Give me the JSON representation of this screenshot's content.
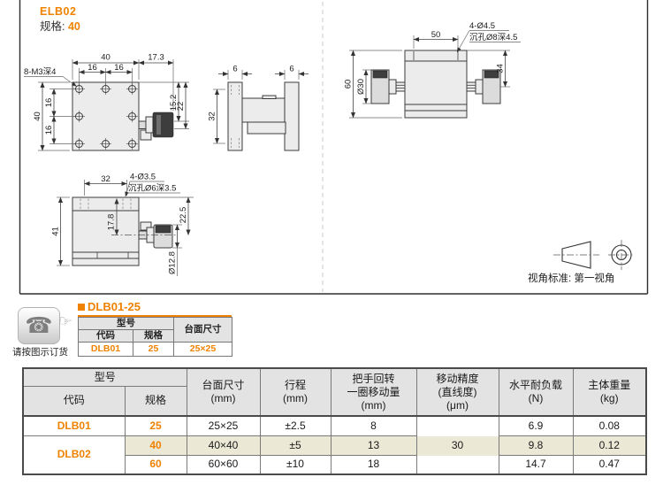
{
  "page": {
    "title": "ELB02",
    "spec_label": "规格:",
    "spec_value": "40"
  },
  "colors": {
    "accent_orange": "#ef8200",
    "row_highlight": "#ebe8d6",
    "header_gray": "#e3e3e3"
  },
  "drawing": {
    "view_plan": {
      "dim_width": "40",
      "dim_side": "17.3",
      "dim_pitch_a": "16",
      "dim_pitch_b": "16",
      "label_holes": "8-M3深4",
      "dim_height": "40",
      "dim_pitch_c": "16",
      "dim_pitch_d": "16",
      "dim_knob_a": "15.2",
      "dim_knob_b": "22"
    },
    "view_gap": {
      "dim_left": "6",
      "dim_right": "6",
      "dim_span": "32"
    },
    "view_front": {
      "dim_pitch": "50",
      "label_holes": "4-Ø4.5",
      "label_cbore": "沉孔Ø8深4.5",
      "dim_height": "60",
      "dim_knob_dia": "Ø30",
      "dim_axis": "34"
    },
    "view_side": {
      "dim_pitch": "32",
      "label_holes": "4-Ø3.5",
      "label_cbore": "沉孔Ø6深3.5",
      "dim_height": "41",
      "dim_axis": "17.8",
      "dim_top": "22.5",
      "dim_knob_dia": "Ø12.8"
    },
    "projection_note": "视角标准: 第一视角"
  },
  "order_example": {
    "icons": {
      "phone": "☎",
      "hand": "☞"
    },
    "caption": "请按图示订货",
    "title": "DLB01-25",
    "table": {
      "h_model": "型号",
      "h_code": "代码",
      "h_spec": "规格",
      "h_size": "台面尺寸",
      "code": "DLB01",
      "spec": "25",
      "size": "25×25"
    }
  },
  "spec_table": {
    "headers": {
      "model": "型号",
      "code": "代码",
      "spec": "规格",
      "size": "台面尺寸\n(mm)",
      "stroke": "行程\n(mm)",
      "handle": "把手回转\n一圈移动量\n(mm)",
      "accuracy": "移动精度\n(直线度)\n(μm)",
      "load": "水平耐负载\n(N)",
      "weight": "主体重量\n(kg)"
    },
    "accuracy_value": "30",
    "rows": [
      {
        "code": "DLB01",
        "spec": "25",
        "size": "25×25",
        "stroke": "±2.5",
        "handle": "8",
        "load": "6.9",
        "weight": "0.08"
      },
      {
        "code": "DLB02",
        "spec": "40",
        "size": "40×40",
        "stroke": "±5",
        "handle": "13",
        "load": "9.8",
        "weight": "0.12"
      },
      {
        "spec": "60",
        "size": "60×60",
        "stroke": "±10",
        "handle": "18",
        "load": "14.7",
        "weight": "0.47"
      }
    ]
  }
}
